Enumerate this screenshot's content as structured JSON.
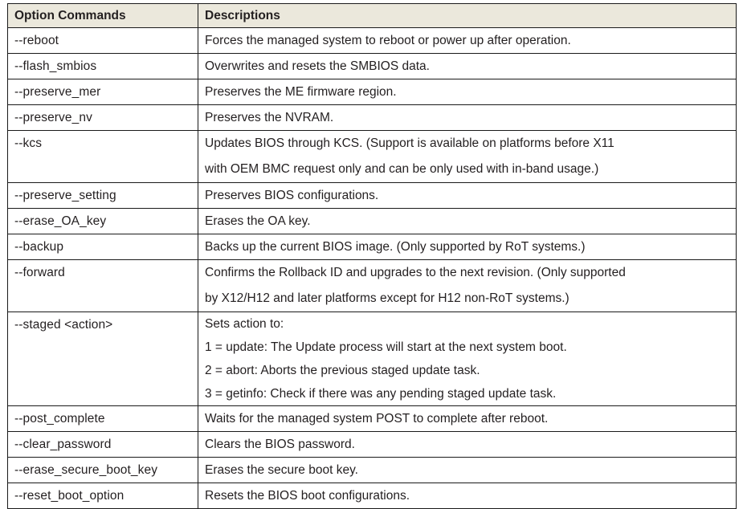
{
  "table": {
    "headers": {
      "command": "Option Commands",
      "description": "Descriptions"
    },
    "colors": {
      "header_background": "#ebe8dc",
      "border": "#1a1a1a",
      "text": "#231f20",
      "body_background": "#ffffff"
    },
    "rows": [
      {
        "command": "--reboot",
        "description_lines": [
          "Forces the managed system to reboot or power up after operation."
        ]
      },
      {
        "command": "--flash_smbios",
        "description_lines": [
          "Overwrites and resets the SMBIOS data."
        ]
      },
      {
        "command": "--preserve_mer",
        "description_lines": [
          "Preserves the ME firmware region."
        ]
      },
      {
        "command": "--preserve_nv",
        "description_lines": [
          "Preserves the NVRAM."
        ]
      },
      {
        "command": "--kcs",
        "description_lines": [
          "Updates BIOS through KCS. (Support is available on platforms before X11",
          "with OEM BMC request only and can be only used with in-band usage.)"
        ]
      },
      {
        "command": "--preserve_setting",
        "description_lines": [
          "Preserves BIOS configurations."
        ]
      },
      {
        "command": "--erase_OA_key",
        "description_lines": [
          "Erases the OA key."
        ]
      },
      {
        "command": "--backup",
        "description_lines": [
          "Backs up the current BIOS image. (Only supported by RoT systems.)"
        ]
      },
      {
        "command": "--forward",
        "description_lines": [
          "Confirms the Rollback ID and upgrades to the next revision. (Only supported",
          "by X12/H12 and later platforms except for H12 non-RoT systems.)"
        ]
      },
      {
        "command": "--staged <action>",
        "description_lines": [
          "Sets action to:",
          "1 = update: The Update process will start at the next system boot.",
          "2 = abort: Aborts the previous staged update task.",
          "3 = getinfo: Check if there was any pending staged update task."
        ]
      },
      {
        "command": "--post_complete",
        "description_lines": [
          "Waits for the managed system POST to complete after reboot."
        ]
      },
      {
        "command": "--clear_password",
        "description_lines": [
          "Clears the BIOS password."
        ]
      },
      {
        "command": "--erase_secure_boot_key",
        "description_lines": [
          "Erases the secure boot key."
        ]
      },
      {
        "command": "--reset_boot_option",
        "description_lines": [
          "Resets the BIOS boot configurations."
        ]
      }
    ]
  }
}
